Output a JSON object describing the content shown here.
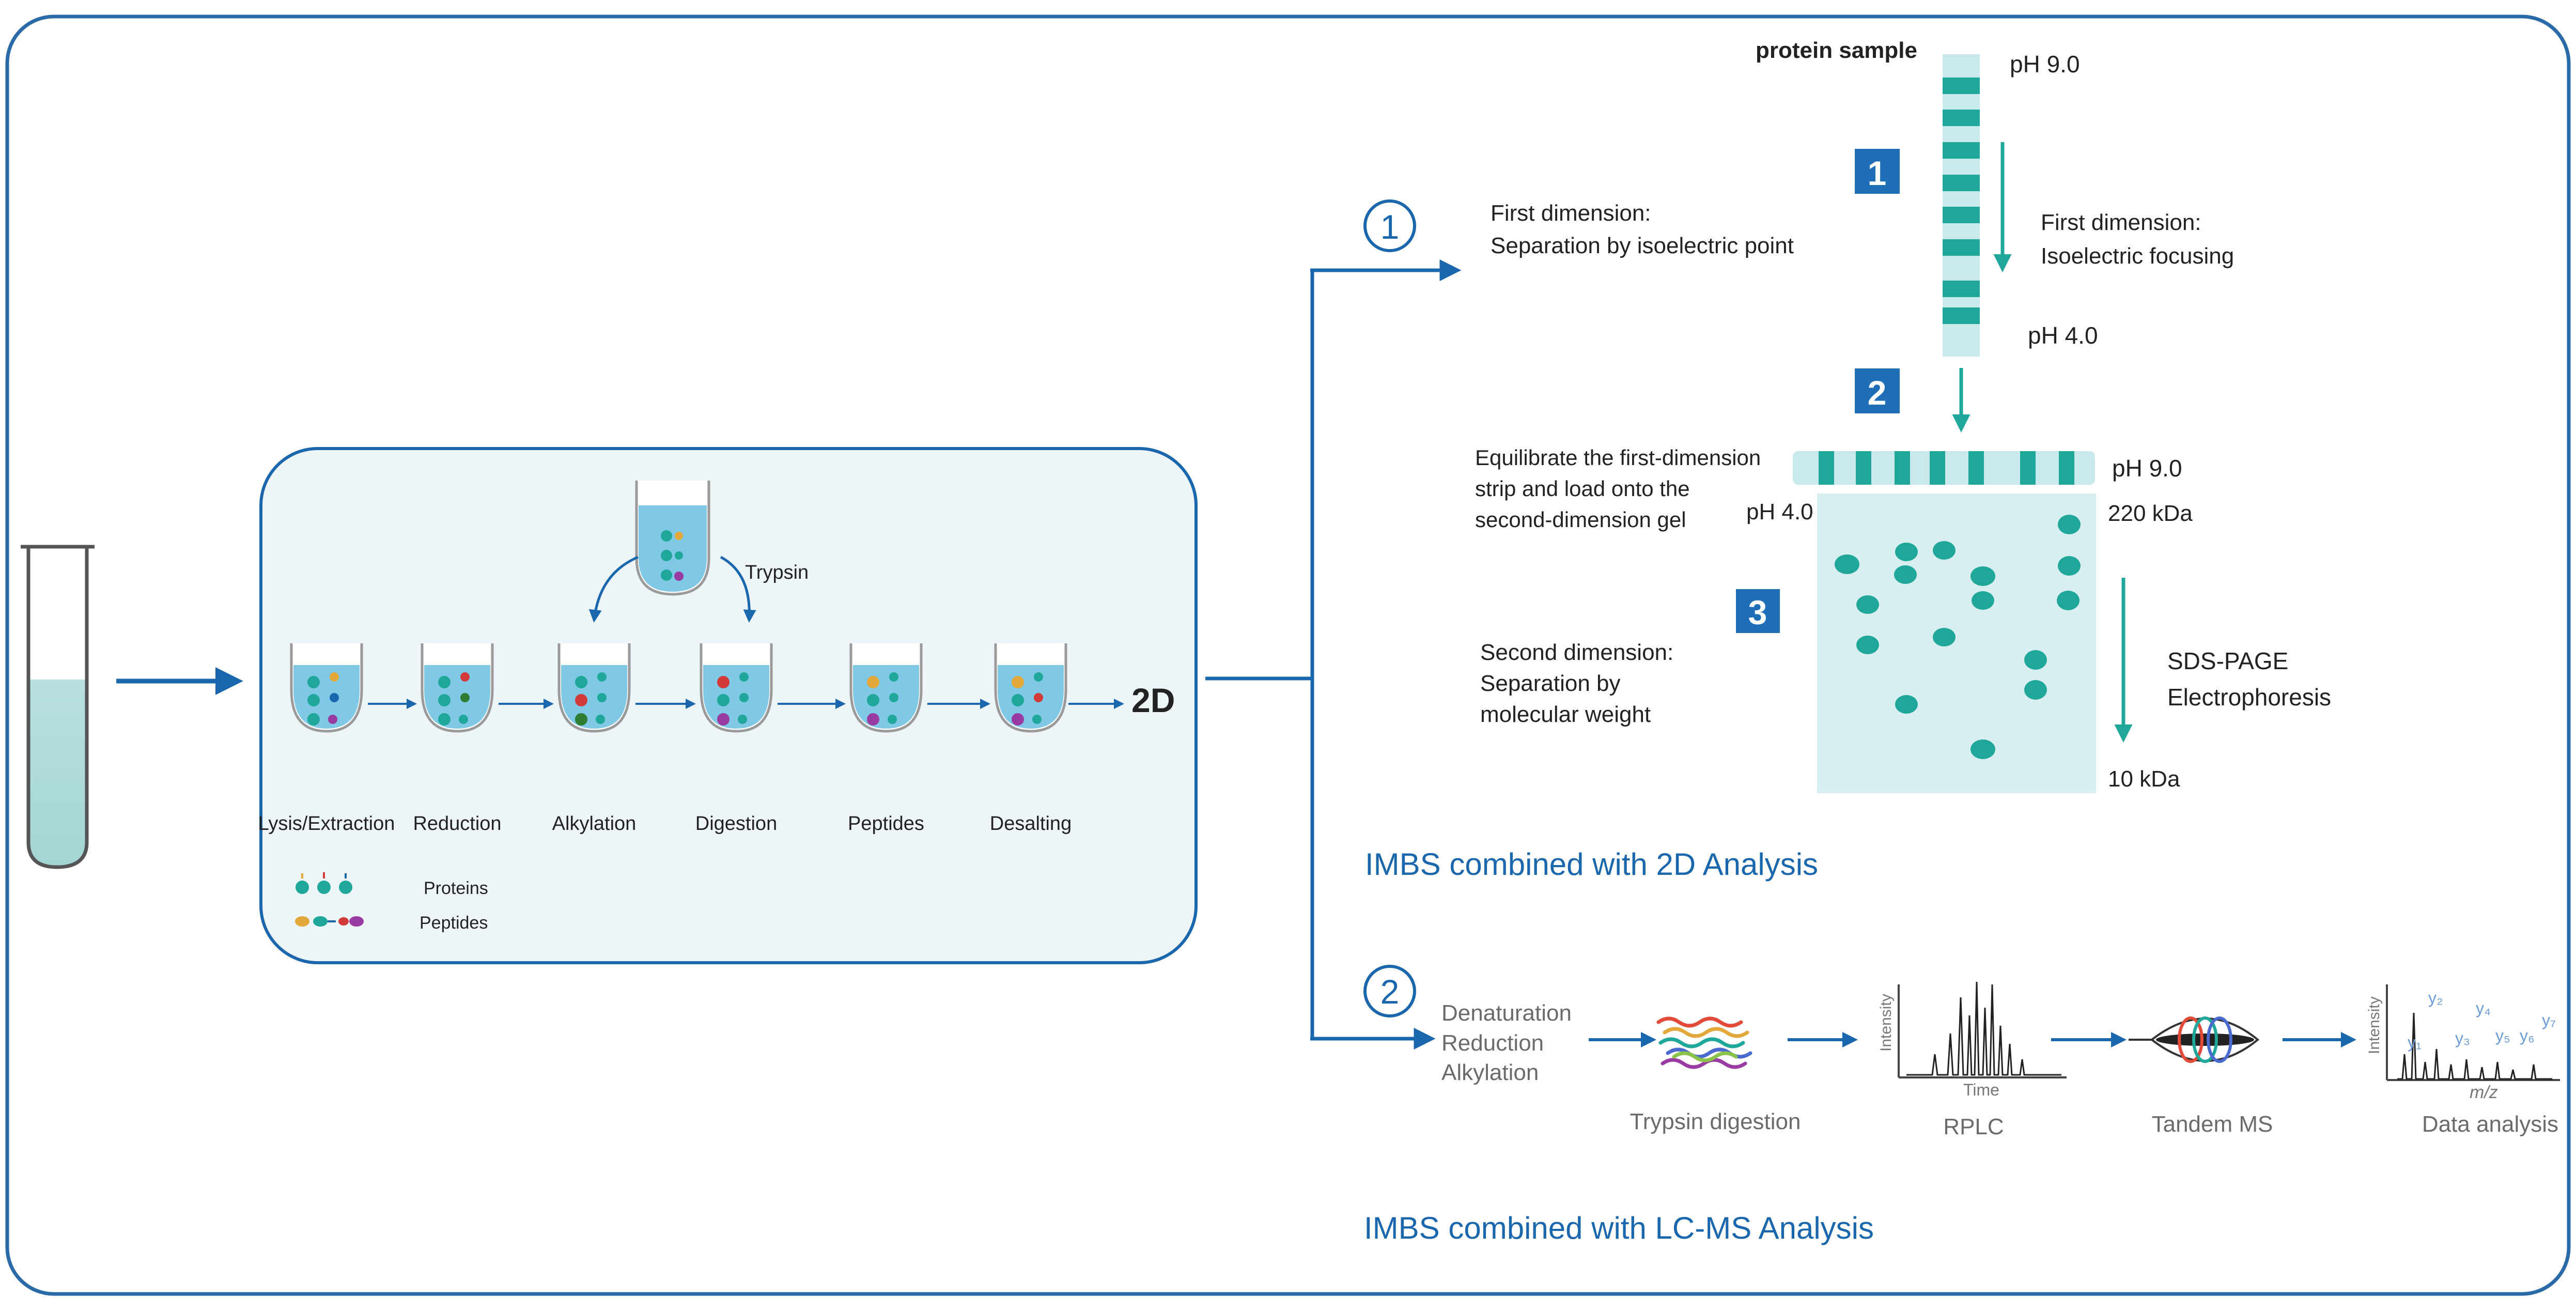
{
  "colors": {
    "frame": "#2a6aa8",
    "arrow": "#1a67ad",
    "teal": "#1fa79a",
    "liquid": "#7fc8e6",
    "gel": "#d8eef0",
    "badge": "#1f6fb8",
    "panel_bg": "#eef5f8"
  },
  "workflow": {
    "steps": [
      "Lysis/Extraction",
      "Reduction",
      "Alkylation",
      "Digestion",
      "Peptides",
      "Desalting"
    ],
    "enzyme_label": "Trypsin",
    "end_label": "2D",
    "legend": {
      "proteins": "Proteins",
      "peptides": "Peptides"
    }
  },
  "branch1": {
    "circle_num": "1",
    "title_line1": "First dimension:",
    "title_line2": "Separation by isoelectric point",
    "protein_sample": "protein sample",
    "strip_top_ph": "pH 9.0",
    "strip_bottom_ph": "pH 4.0",
    "badge1": "1",
    "ief_line1": "First dimension:",
    "ief_line2": "Isoelectric focusing",
    "badge2": "2",
    "equil_line1": "Equilibrate the first-dimension",
    "equil_line2": "strip and load onto the",
    "equil_line3": "second-dimension gel",
    "gel_left_ph": "pH 4.0",
    "gel_right_ph": "pH 9.0",
    "mw_top": "220 kDa",
    "mw_bottom": "10 kDa",
    "badge3": "3",
    "second_line1": "Second dimension:",
    "second_line2": "Separation by",
    "second_line3": "molecular weight",
    "sds_line1": "SDS-PAGE",
    "sds_line2": "Electrophoresis",
    "caption": "IMBS combined with 2D Analysis"
  },
  "branch2": {
    "circle_num": "2",
    "prep_lines": [
      "Denaturation",
      "Reduction",
      "Alkylation"
    ],
    "stages": [
      "Trypsin digestion",
      "RPLC",
      "Tandem MS",
      "Data analysis"
    ],
    "rplc_ylabel": "Intensity",
    "rplc_xlabel": "Time",
    "ms_ylabel": "Intensity",
    "ms_xlabel": "m/z",
    "ions": [
      "y₁",
      "y₂",
      "y₃",
      "y₄",
      "y₅",
      "y₆",
      "y₇"
    ],
    "caption": "IMBS combined with LC-MS Analysis"
  }
}
